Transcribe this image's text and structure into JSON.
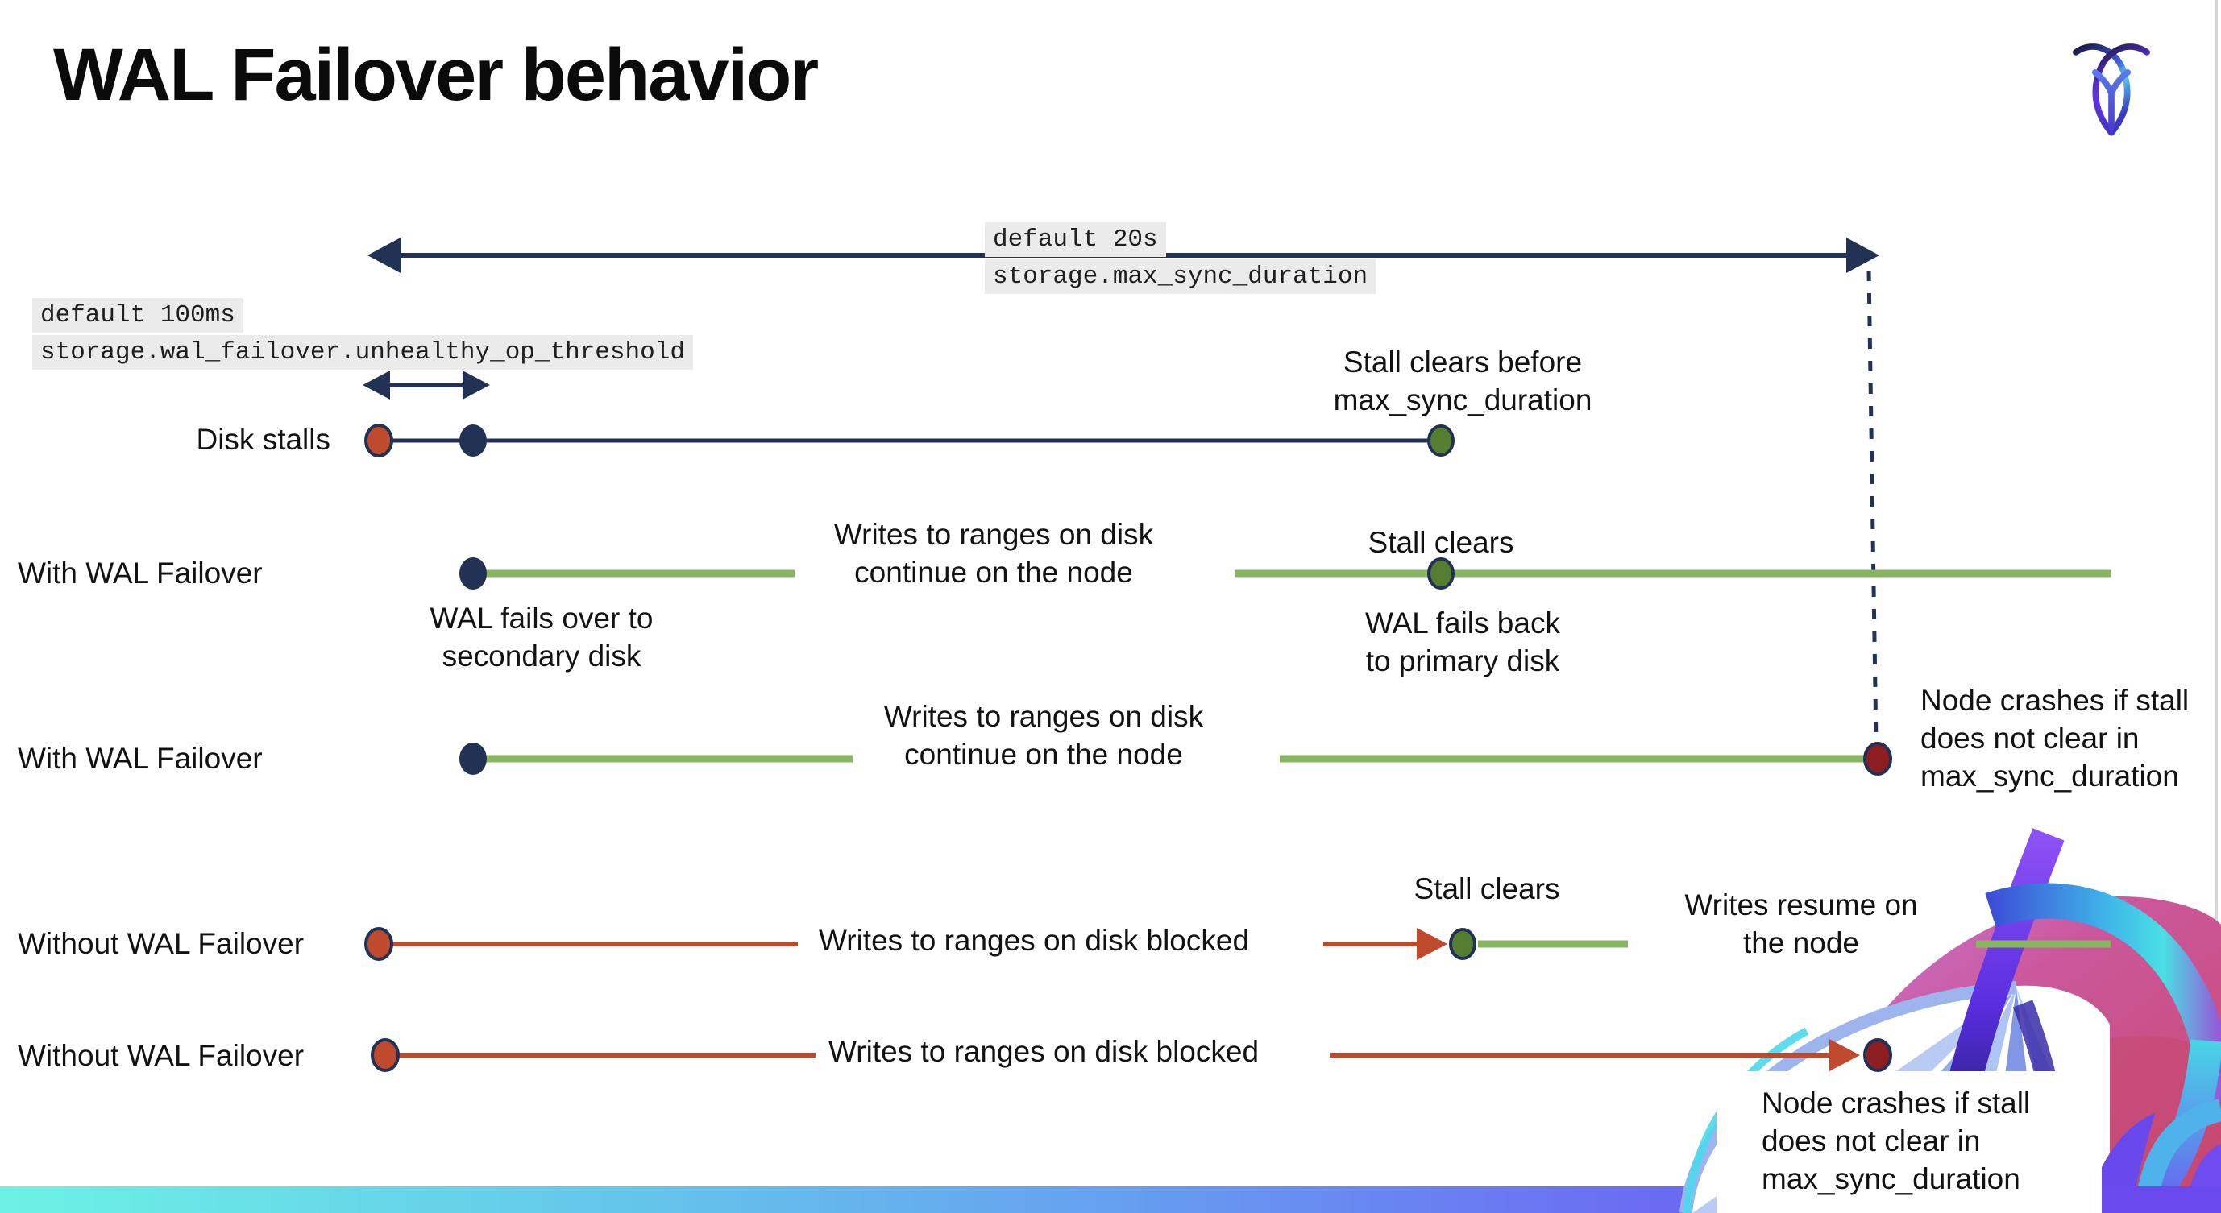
{
  "header": {
    "title": "WAL Failover behavior"
  },
  "settings": {
    "max_sync": {
      "line1": "default 20s",
      "line2": "storage.max_sync_duration"
    },
    "threshold": {
      "line1": "default 100ms",
      "line2": "storage.wal_failover.unhealthy_op_threshold"
    }
  },
  "rows": {
    "disk_stalls": "Disk stalls",
    "with_wal_a": "With WAL Failover",
    "with_wal_b": "With WAL Failover",
    "without_wal_a": "Without WAL Failover",
    "without_wal_b": "Without WAL Failover"
  },
  "notes": {
    "stall_clears_before": "Stall clears before\nmax_sync_duration",
    "stall_clears": "Stall clears",
    "writes_continue": "Writes to ranges on disk\ncontinue on the node",
    "wal_fails_over": "WAL fails over to\nsecondary disk",
    "wal_fails_back": "WAL fails  back\nto primary disk",
    "node_crashes": "Node crashes if stall\ndoes not clear in\nmax_sync_duration",
    "writes_blocked": "Writes to ranges on disk  blocked",
    "writes_resume": "Writes resume on\nthe node"
  },
  "colors": {
    "navy": "#213254",
    "green_line": "#88b560",
    "green_dot": "#567e30",
    "red_line": "#bf4a2d",
    "red_dot": "#c04a2e",
    "maroon_dot": "#8c1d20",
    "code_bg": "#ebebeb",
    "bar_gradient_left": "#6cf2e4",
    "bar_gradient_right": "#6a47ee"
  }
}
